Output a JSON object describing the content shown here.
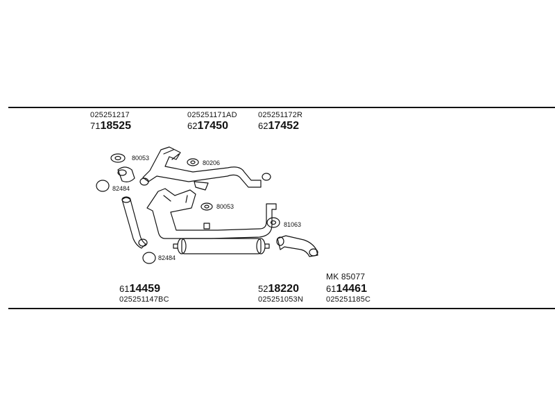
{
  "top_parts": [
    {
      "code": "025251217",
      "prefix": "71",
      "num": "18525"
    },
    {
      "code": "025251171AD",
      "prefix": "62",
      "num": "17450"
    },
    {
      "code": "025251172R",
      "prefix": "62",
      "num": "17452"
    }
  ],
  "bottom_parts": [
    {
      "code": "025251147BC",
      "prefix": "61",
      "num": "14459"
    },
    {
      "code": "025251053N",
      "prefix": "52",
      "num": "18220"
    },
    {
      "code": "025251185C",
      "prefix": "61",
      "num": "14461"
    }
  ],
  "kit_label": "MK 85077",
  "callouts": {
    "c1": "80053",
    "c2": "80206",
    "c3": "82484",
    "c4": "80053",
    "c5": "81063",
    "c6": "82484"
  }
}
